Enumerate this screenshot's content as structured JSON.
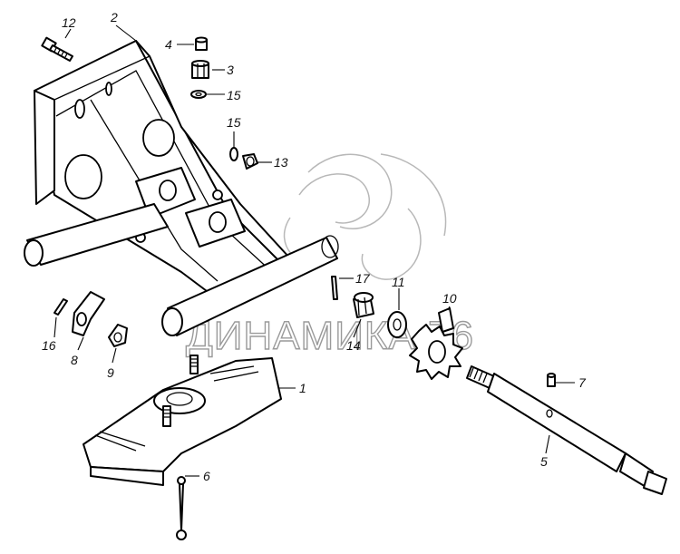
{
  "watermark": {
    "text": "ДИНАМИКА 76"
  },
  "labels": {
    "p1": "1",
    "p2": "2",
    "p3": "3",
    "p4": "4",
    "p5": "5",
    "p6": "6",
    "p7": "7",
    "p8": "8",
    "p9": "9",
    "p10": "10",
    "p11": "11",
    "p12": "12",
    "p13": "13",
    "p14": "14",
    "p15a": "15",
    "p15b": "15",
    "p16": "16",
    "p17": "17"
  }
}
